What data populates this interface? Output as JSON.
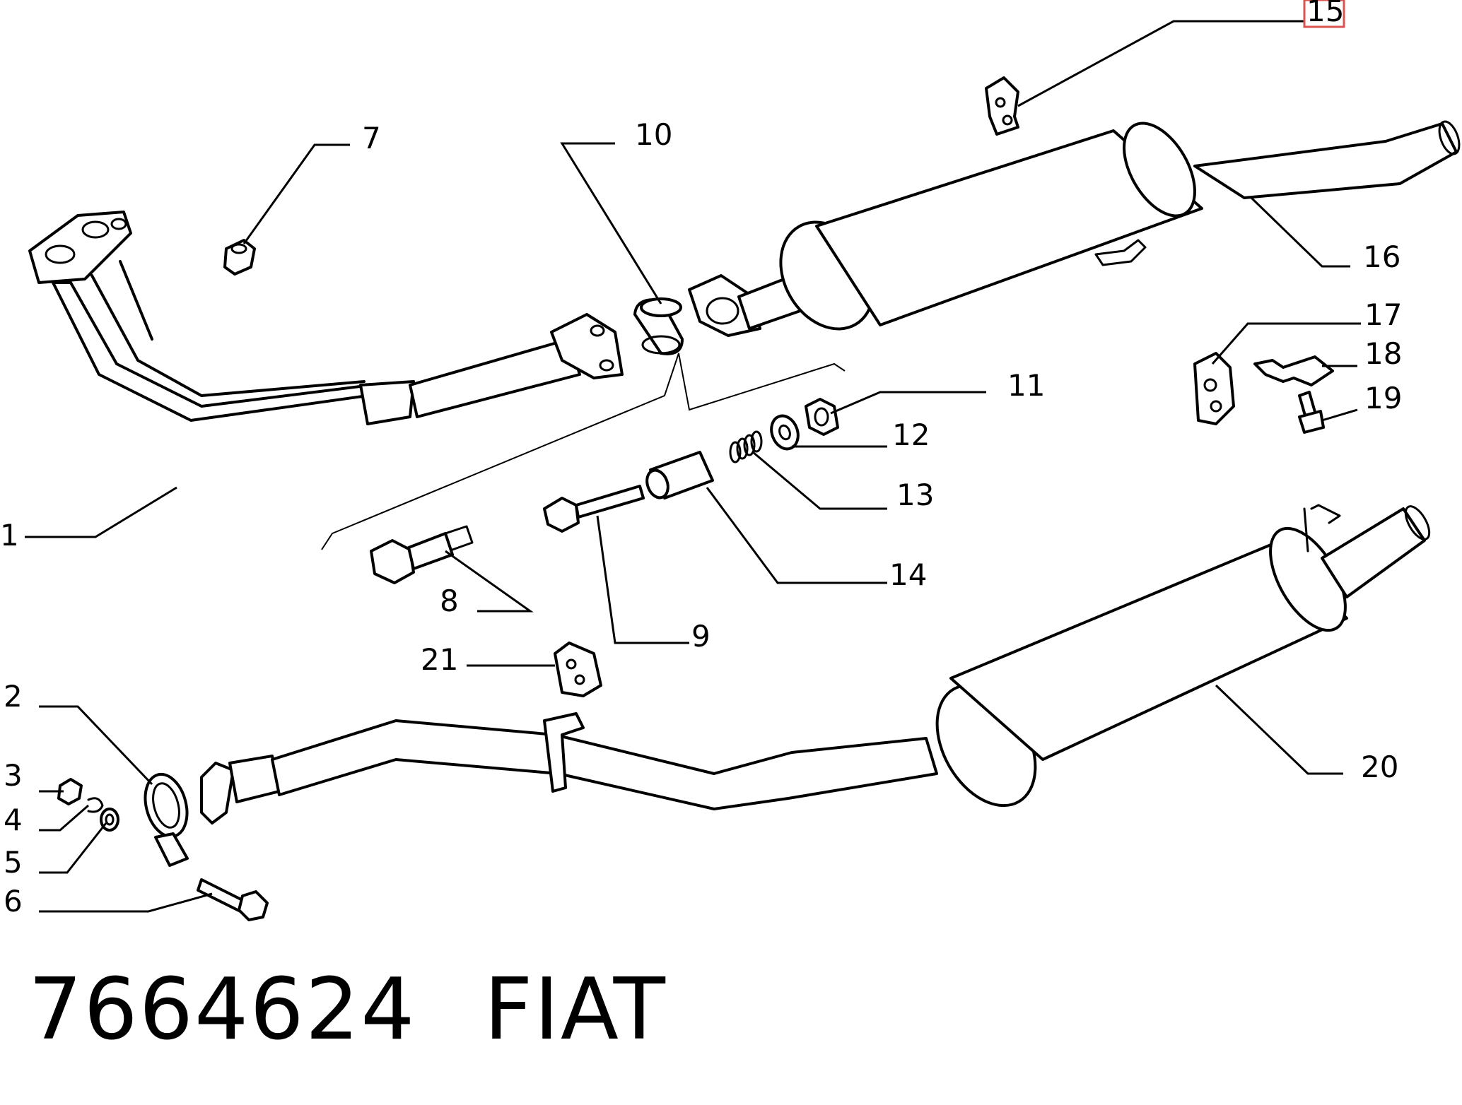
{
  "callouts": {
    "c1": "1",
    "c2": "2",
    "c3": "3",
    "c4": "4",
    "c5": "5",
    "c6": "6",
    "c7": "7",
    "c8": "8",
    "c9": "9",
    "c10": "10",
    "c11": "11",
    "c12": "12",
    "c13": "13",
    "c14": "14",
    "c15": "15",
    "c16": "16",
    "c17": "17",
    "c18": "18",
    "c19": "19",
    "c20": "20",
    "c21": "21"
  },
  "highlighted_callout": "15",
  "footer": {
    "part_number": "7664624",
    "brand": "FIAT"
  }
}
